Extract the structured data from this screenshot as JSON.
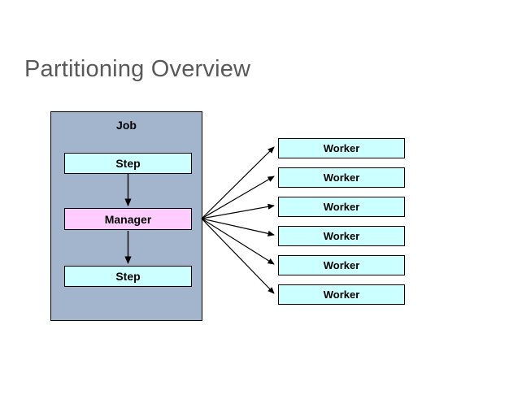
{
  "slide": {
    "title": "Partitioning Overview",
    "background_color": "#ffffff",
    "title_color": "#595959"
  },
  "diagram": {
    "job": {
      "label": "Job",
      "fill_color": "#a2b5cd",
      "border_color": "#000000",
      "steps": [
        {
          "label": "Step",
          "role": "step",
          "fill_color": "#ccffff"
        },
        {
          "label": "Manager",
          "role": "manager",
          "fill_color": "#ffccff"
        },
        {
          "label": "Step",
          "role": "step",
          "fill_color": "#ccffff"
        }
      ]
    },
    "workers": [
      {
        "label": "Worker"
      },
      {
        "label": "Worker"
      },
      {
        "label": "Worker"
      },
      {
        "label": "Worker"
      },
      {
        "label": "Worker"
      },
      {
        "label": "Worker"
      }
    ],
    "worker_fill_color": "#ccffff",
    "connector_color": "#000000",
    "fanout_count": 6
  }
}
